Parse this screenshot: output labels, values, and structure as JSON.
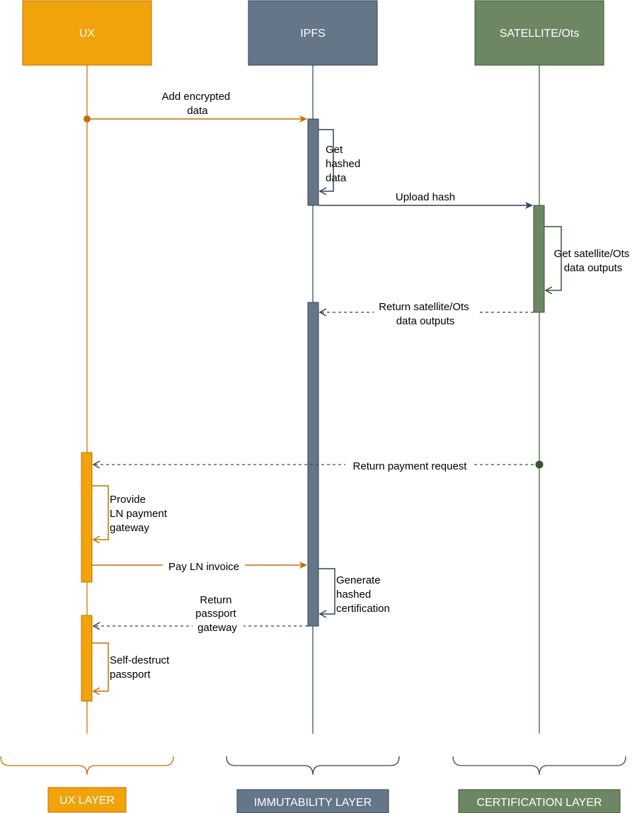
{
  "colors": {
    "ux": "#f0a30a",
    "ux_dark": "#c07000",
    "ipfs": "#647687",
    "ipfs_dark": "#314354",
    "sat": "#6d8764",
    "sat_dark": "#3a5431"
  },
  "lifelines": {
    "ux": "UX",
    "ipfs": "IPFS",
    "sat": "SATELLITE/Ots"
  },
  "messages": {
    "add_encrypted": [
      "Add encrypted",
      "data"
    ],
    "get_hashed": [
      "Get",
      "hashed",
      "data"
    ],
    "upload_hash": [
      "Upload hash"
    ],
    "get_satellite": [
      "Get satellite/Ots",
      "data outputs"
    ],
    "return_satellite": [
      "Return satellite/Ots",
      "data outputs"
    ],
    "return_payment": [
      "Return payment request"
    ],
    "provide_ln": [
      "Provide",
      "LN payment",
      "gateway"
    ],
    "pay_ln": [
      "Pay LN invoice"
    ],
    "generate_cert": [
      "Generate",
      "hashed",
      "certification"
    ],
    "return_passport": [
      "Return",
      "passport",
      "gateway"
    ],
    "self_destruct": [
      "Self-destruct",
      "passport"
    ]
  },
  "layers": {
    "ux": "UX LAYER",
    "immutability": "IMMUTABILITY LAYER",
    "certification": "CERTIFICATION LAYER"
  }
}
